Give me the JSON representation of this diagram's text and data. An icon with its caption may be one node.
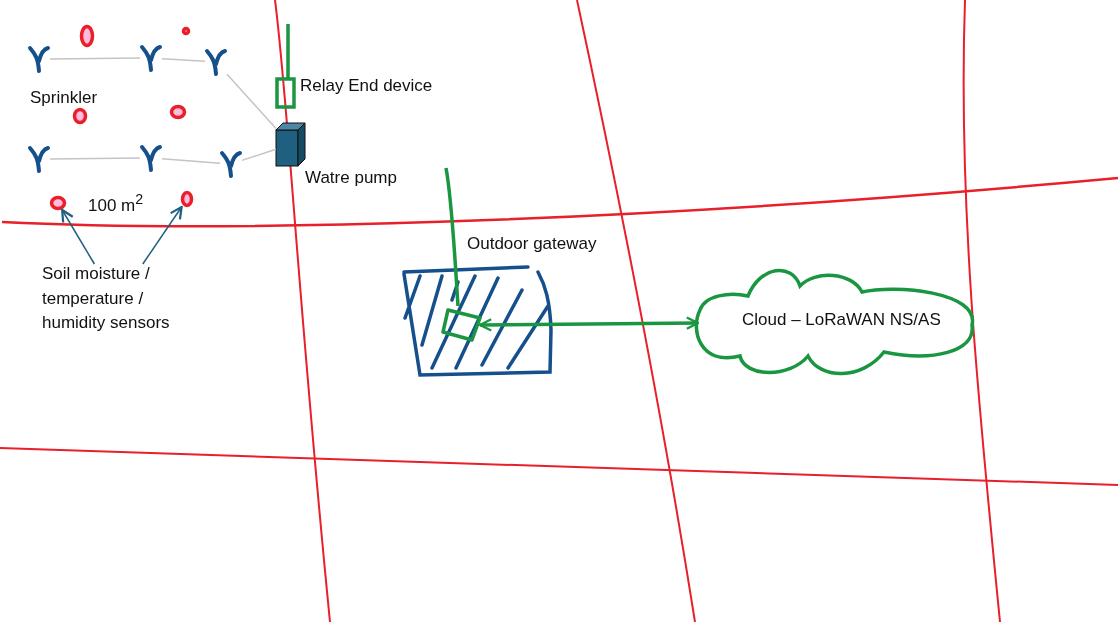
{
  "diagram": {
    "nodes": [
      {
        "text": [],
        "shape": "sprinkler"
      },
      {
        "text": [],
        "shape": "sprinkler"
      },
      {
        "text": [],
        "shape": "sprinkler"
      },
      {
        "text": [],
        "shape": "sprinkler"
      },
      {
        "text": [],
        "shape": "sprinkler"
      },
      {
        "text": [],
        "shape": "sprinkler"
      },
      {
        "text": [],
        "shape": "sensor"
      },
      {
        "text": [],
        "shape": "sensor"
      },
      {
        "text": [],
        "shape": "sensor"
      },
      {
        "text": [],
        "shape": "sensor"
      },
      {
        "text": [],
        "shape": "sensor"
      },
      {
        "text": [],
        "shape": "sensor"
      },
      {
        "text": [
          "Relay End device"
        ]
      },
      {
        "text": [
          "Watre pump"
        ]
      },
      {
        "text": [
          "Outdoor gateway"
        ]
      },
      {
        "text": [
          "Cloud – LoRaWAN NS/AS"
        ]
      },
      {
        "text": [
          "Soil moisture / temperature / humidity sensors"
        ]
      }
    ],
    "edges": [
      {
        "from": 0,
        "to": 1,
        "arrow": "none"
      },
      {
        "from": 1,
        "to": 2,
        "arrow": "none"
      },
      {
        "from": 2,
        "to": 13,
        "arrow": "none"
      },
      {
        "from": 3,
        "to": 4,
        "arrow": "none"
      },
      {
        "from": 4,
        "to": 5,
        "arrow": "none"
      },
      {
        "from": 5,
        "to": 13,
        "arrow": "none"
      },
      {
        "from": 14,
        "to": 15,
        "arrow": "both",
        "style": "thick",
        "color": "#1a9641"
      },
      {
        "from": 16,
        "to": 10,
        "arrow": "to",
        "color": "#1f5f7f"
      },
      {
        "from": 16,
        "to": 11,
        "arrow": "to",
        "color": "#1f5f7f"
      }
    ],
    "labels": [
      "Sprinkler",
      "100 m$^{2}$"
    ]
  }
}
